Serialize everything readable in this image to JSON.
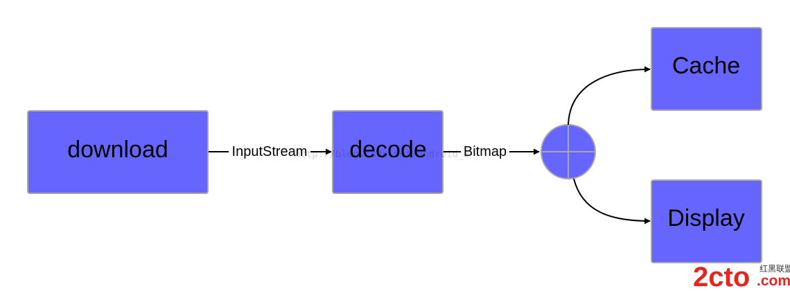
{
  "colors": {
    "node_fill": "#6666ff",
    "node_stroke": "#a8a8a8",
    "edge": "#000000",
    "logo_red": "#e5251f",
    "logo_text": "#3a3a3a"
  },
  "nodes": {
    "download": "download",
    "decode": "decode",
    "cache": "Cache",
    "display": "Display"
  },
  "edges": {
    "download_to_decode": "InputStream",
    "decode_to_junction": "Bitmap"
  },
  "junction": {
    "symbol": "crosshair-circle"
  },
  "watermark": "http://blog.csdn.net/android_z",
  "logo": {
    "main": "2cto",
    "suffix": ".com",
    "tagline": "红黑联盟"
  }
}
